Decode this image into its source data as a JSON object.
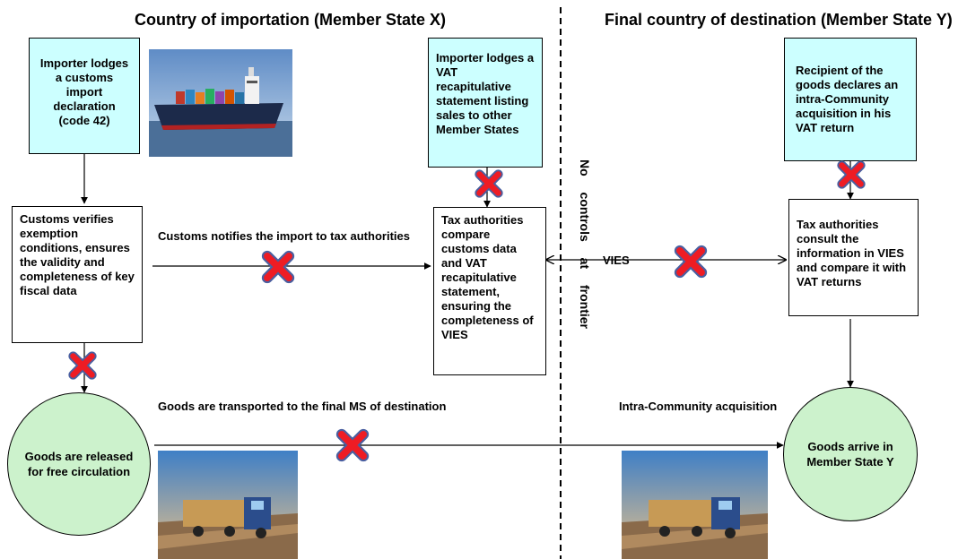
{
  "headings": {
    "left": "Country of importation (Member State X)",
    "right": "Final country of destination (Member State Y)"
  },
  "boxes": {
    "importer_declaration": "Importer lodges a customs import declaration (code 42)",
    "customs_verifies": "Customs verifies exemption conditions, ensures the validity and completeness of key fiscal data",
    "importer_vat_statement": "Importer lodges a VAT recapitulative statement listing sales to other Member States",
    "tax_compare": "Tax authorities compare customs data and VAT recapitulative statement, ensuring the completeness of VIES",
    "recipient_declares": "Recipient of the goods declares an intra-Community acquisition in his VAT return",
    "tax_consult": "Tax authorities consult the information in VIES and compare it with VAT returns"
  },
  "circles": {
    "released": "Goods are released for free circulation",
    "arrive": "Goods arrive in Member State Y"
  },
  "labels": {
    "customs_notifies": "Customs notifies the import to tax authorities",
    "vies": "VIES",
    "goods_transported": "Goods are transported to the final MS of destination",
    "intra_acquisition": "Intra-Community acquisition",
    "frontier": "No controls at frontier"
  },
  "colors": {
    "info_box": "#ccffff",
    "circle": "#ccf2cc",
    "cross_fill": "#ee1c24",
    "cross_outline": "#4a5fa0",
    "divider": "#000000"
  },
  "icons": {
    "cross": "red-cross-icon",
    "ship": "cargo-ship-image",
    "truck": "truck-image"
  }
}
